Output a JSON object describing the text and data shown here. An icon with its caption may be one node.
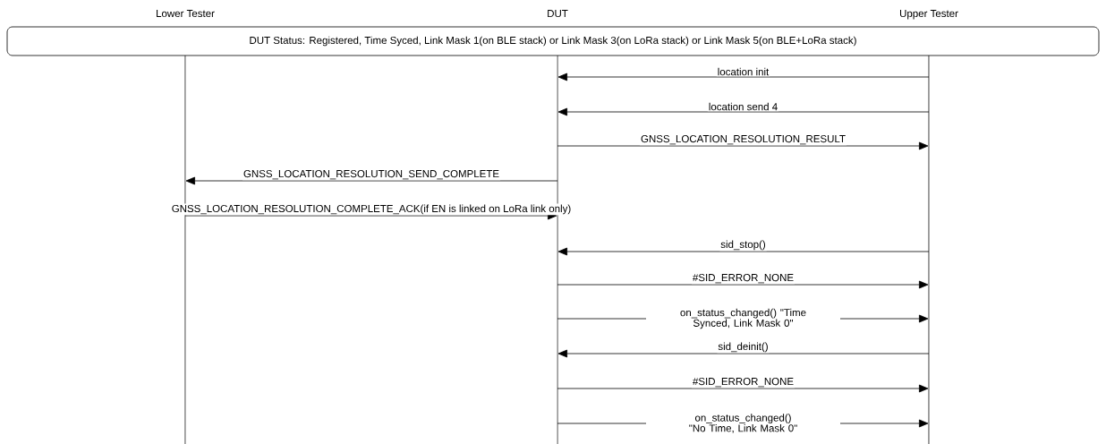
{
  "diagram": {
    "nodes": [
      {
        "text": [
          "Lower Tester"
        ]
      },
      {
        "text": [
          "DUT"
        ]
      },
      {
        "text": [
          "Upper Tester"
        ]
      },
      {
        "text": [
          "DUT Status: Registered, Time Syced, Link Mask 1(on BLE stack) or Link Mask 3(on LoRa stack) or Link Mask 5(on BLE+LoRa stack)"
        ]
      }
    ],
    "edges": [
      {
        "from": 2,
        "to": 1,
        "arrow": "to",
        "label": "location init"
      },
      {
        "from": 2,
        "to": 1,
        "arrow": "to",
        "label": "location send 4"
      },
      {
        "from": 1,
        "to": 2,
        "arrow": "to",
        "label": "GNSS_LOCATION_RESOLUTION_RESULT"
      },
      {
        "from": 1,
        "to": 0,
        "arrow": "to",
        "label": "GNSS_LOCATION_RESOLUTION_SEND_COMPLETE"
      },
      {
        "from": 0,
        "to": 1,
        "arrow": "to",
        "label": "GNSS_LOCATION_RESOLUTION_COMPLETE_ACK(if EN is linked on LoRa link only)"
      },
      {
        "from": 2,
        "to": 1,
        "arrow": "to",
        "label": "sid_stop()"
      },
      {
        "from": 1,
        "to": 2,
        "arrow": "to",
        "label": "#SID_ERROR_NONE"
      },
      {
        "from": 1,
        "to": 2,
        "arrow": "to",
        "label": "on_status_changed() \"Time Synced, Link Mask 0\""
      },
      {
        "from": 2,
        "to": 1,
        "arrow": "to",
        "label": "sid_deinit()"
      },
      {
        "from": 1,
        "to": 2,
        "arrow": "to",
        "label": "#SID_ERROR_NONE"
      },
      {
        "from": 1,
        "to": 2,
        "arrow": "to",
        "label": "on_status_changed() \"No Time, Link Mask 0\""
      }
    ]
  }
}
